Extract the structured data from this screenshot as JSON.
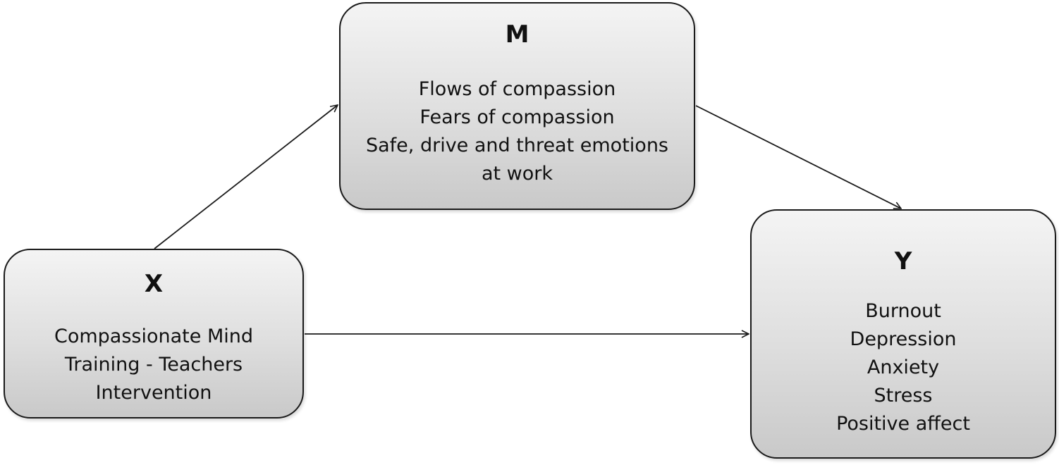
{
  "nodes": {
    "m": {
      "letter": "M",
      "items": [
        "Flows of compassion",
        "Fears of compassion",
        "Safe, drive and threat emotions",
        "at work"
      ]
    },
    "x": {
      "letter": "X",
      "items": [
        "Compassionate Mind",
        "Training - Teachers",
        "Intervention"
      ]
    },
    "y": {
      "letter": "Y",
      "items": [
        "Burnout",
        "Depression",
        "Anxiety",
        "Stress",
        "Positive affect"
      ]
    }
  },
  "edges": [
    {
      "from": "X",
      "to": "M"
    },
    {
      "from": "M",
      "to": "Y"
    },
    {
      "from": "X",
      "to": "Y"
    }
  ],
  "colors": {
    "stroke": "#1a1a1a",
    "box_top": "#f4f4f4",
    "box_bottom": "#c9c9c9"
  }
}
